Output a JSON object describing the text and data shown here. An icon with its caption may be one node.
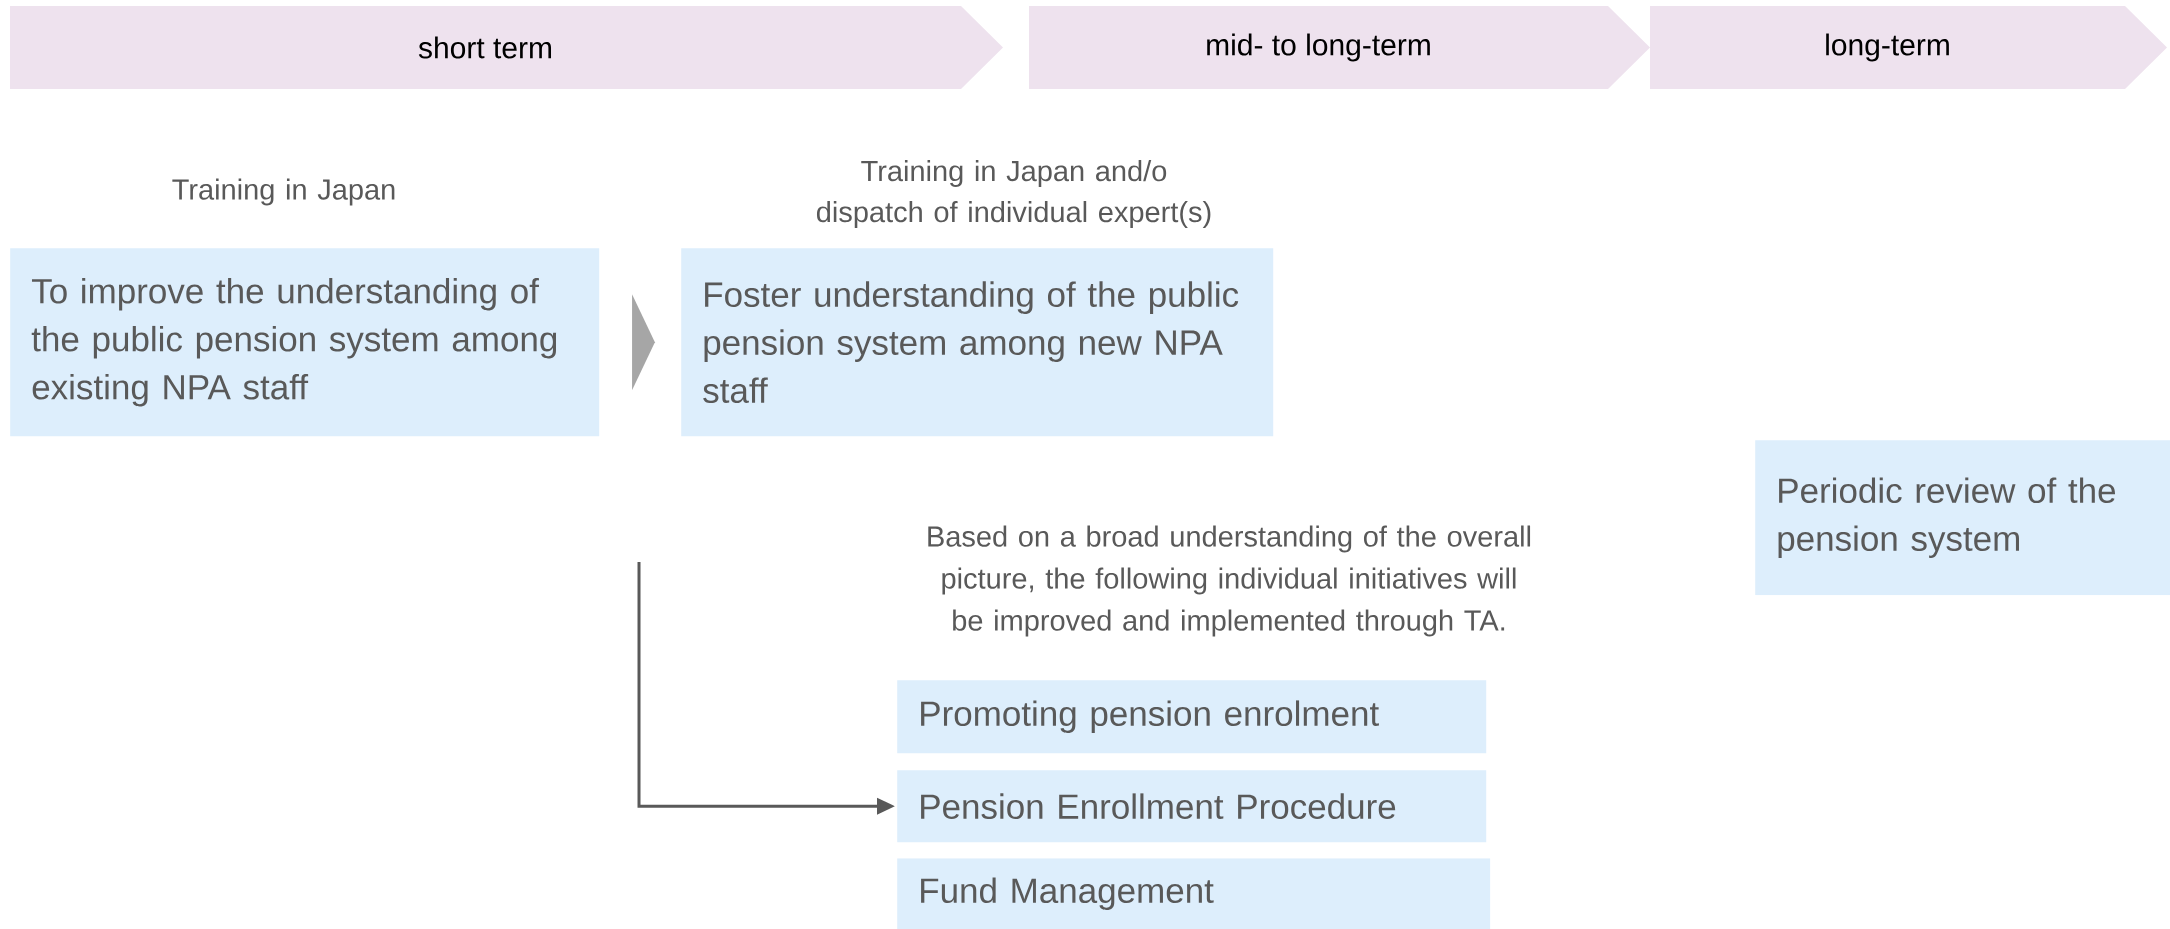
{
  "diagram": {
    "nodes": [
      {
        "text": [
          "short term"
        ]
      },
      {
        "text": [
          "mid- to long-term"
        ]
      },
      {
        "text": [
          "long-term"
        ]
      },
      {
        "text": [
          "To improve the understanding of the public pension system among existing NPA staff"
        ],
        "beside": [
          "Training in Japan"
        ]
      },
      {
        "text": [
          "Foster understanding of the public pension system among new NPA staff"
        ],
        "beside": [
          "Training in Japan and/o dispatch of individual expert(s)"
        ]
      },
      {
        "text": [
          "Periodic review of the pension system"
        ]
      },
      {
        "text": [
          "Promoting pension enrolment"
        ]
      },
      {
        "text": [
          "Pension Enrollment Procedure"
        ]
      },
      {
        "text": [
          "Fund Management"
        ]
      }
    ],
    "edges": [
      {
        "from": 3,
        "to": 4,
        "arrow": "to",
        "style": "thick",
        "color": "#a6a6a6"
      },
      {
        "from": null,
        "to": 7,
        "arrow": "to"
      }
    ],
    "labels": [
      "Based on a broad understanding of the overall picture, the following individual initiatives will be improved and implemented through TA."
    ]
  }
}
